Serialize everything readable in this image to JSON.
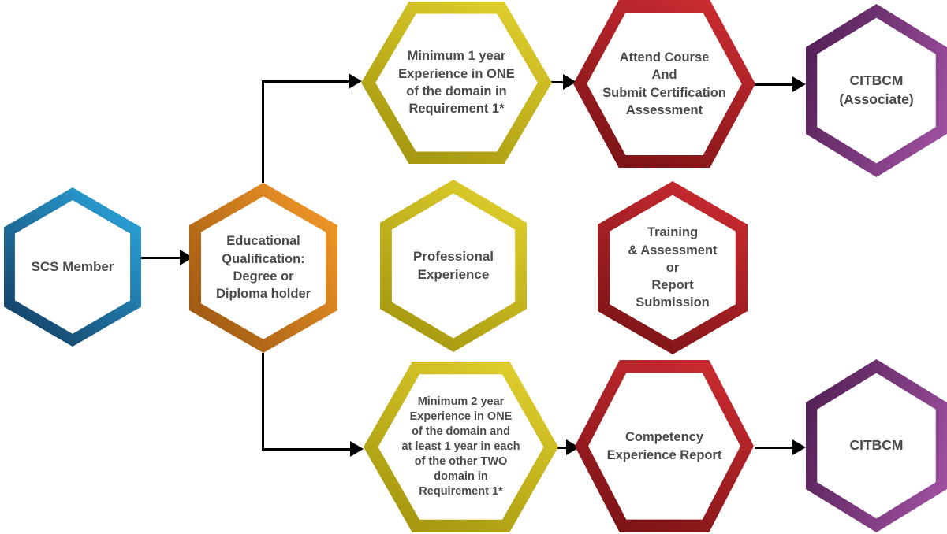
{
  "colors": {
    "blue_light": "#2CA9E1",
    "blue_dark": "#133A5F",
    "orange_light": "#F59A28",
    "orange_dark": "#9A5512",
    "yellow_light": "#E0CF2D",
    "yellow_dark": "#A3950E",
    "red_light": "#C82B30",
    "red_dark": "#7A1316",
    "purple_light": "#9E509F",
    "purple_dark": "#552158",
    "connector": "#000000",
    "text": "#4A4A4A"
  },
  "nodes": {
    "scs_member": {
      "label": "SCS Member"
    },
    "educational_qualification": {
      "label": "Educational\nQualification:\nDegree or\nDiploma holder"
    },
    "min_1_year_experience": {
      "label": "Minimum 1 year\nExperience in ONE\nof the domain in\nRequirement 1*"
    },
    "attend_course": {
      "label": "Attend Course\nAnd\nSubmit Certification\nAssessment"
    },
    "citbcm_associate": {
      "label": "CITBCM\n(Associate)"
    },
    "professional_experience": {
      "label": "Professional\nExperience"
    },
    "training_assessment": {
      "label": "Training\n& Assessment\nor\nReport\nSubmission"
    },
    "min_2_year_experience": {
      "label": "Minimum 2 year\nExperience in ONE\nof the domain and\nat least 1 year in each\nof the other TWO\ndomain in\nRequirement 1*"
    },
    "competency_experience_report": {
      "label": "Competency\nExperience Report"
    },
    "citbcm": {
      "label": "CITBCM"
    }
  }
}
